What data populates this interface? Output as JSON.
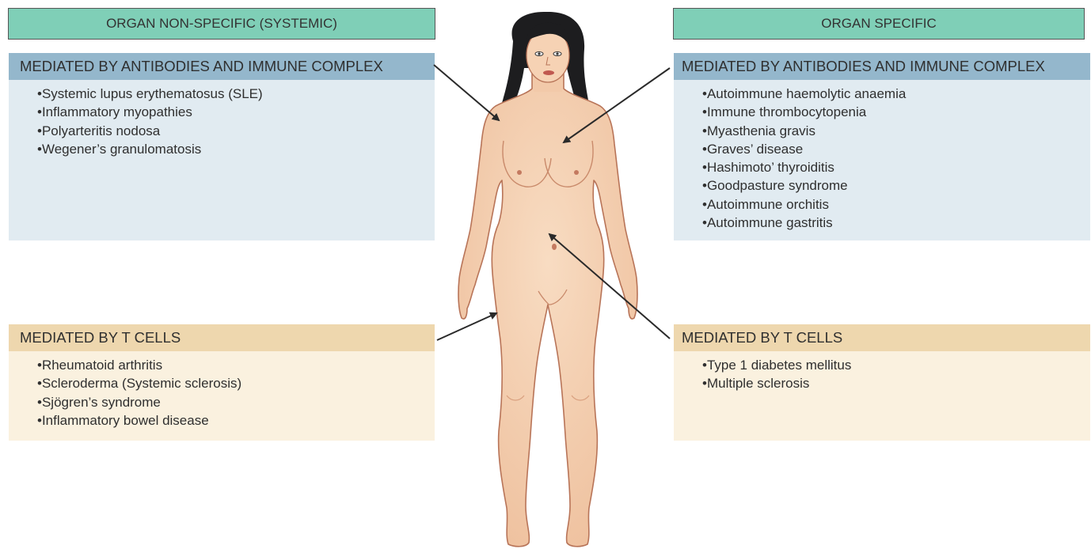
{
  "headers": {
    "left": "ORGAN NON-SPECIFIC (SYSTEMIC)",
    "right": "ORGAN SPECIFIC"
  },
  "left": {
    "antibody": {
      "title": "MEDIATED BY ANTIBODIES AND IMMUNE COMPLEX",
      "items": [
        "Systemic lupus erythematosus (SLE)",
        "Inflammatory myopathies",
        "Polyarteritis nodosa",
        "Wegener’s granulomatosis"
      ]
    },
    "tcell": {
      "title": "MEDIATED BY T CELLS",
      "items": [
        "Rheumatoid arthritis",
        "Scleroderma (Systemic sclerosis)",
        "Sjögren’s syndrome",
        "Inflammatory bowel disease"
      ]
    }
  },
  "right": {
    "antibody": {
      "title": "MEDIATED BY ANTIBODIES AND IMMUNE COMPLEX",
      "items": [
        "Autoimmune haemolytic anaemia",
        "Immune thrombocytopenia",
        "Myasthenia gravis",
        "Graves’ disease",
        "Hashimoto’ thyroiditis",
        "Goodpasture syndrome",
        "Autoimmune orchitis",
        "Autoimmune gastritis"
      ]
    },
    "tcell": {
      "title": "MEDIATED BY T CELLS",
      "items": [
        "Type 1 diabetes mellitus",
        "Multiple sclerosis"
      ]
    }
  },
  "colors": {
    "header": "#7fcfb7",
    "antibody_title": "#94b7cc",
    "antibody_body": "#e1ebf1",
    "tcell_title": "#eed7ae",
    "tcell_body": "#faf1df",
    "skin": "#f6d2b4",
    "skin_outline": "#b87458",
    "hair": "#1d1d1f"
  }
}
